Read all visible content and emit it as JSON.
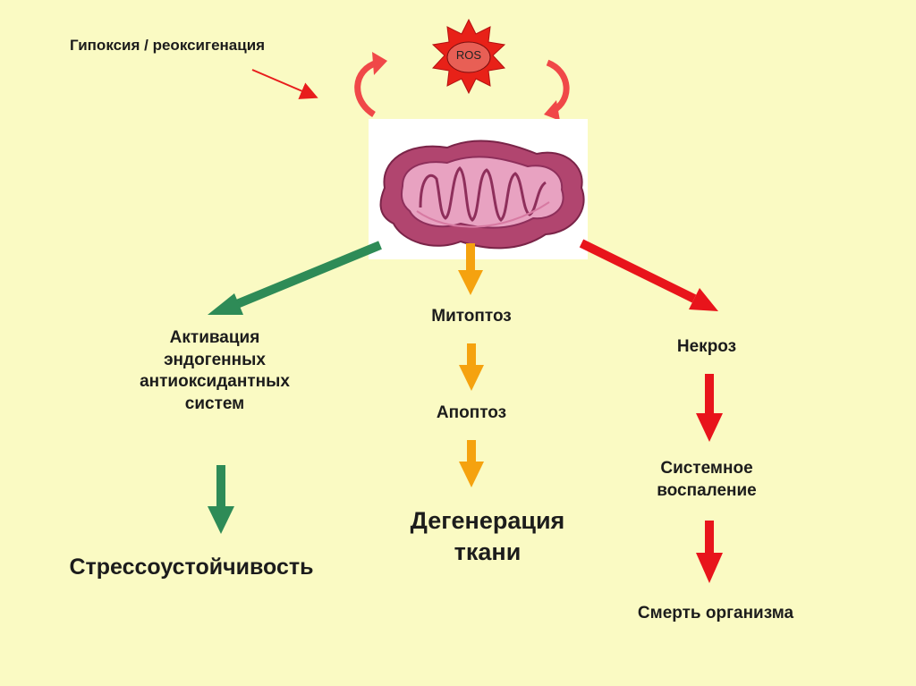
{
  "trigger": "Гипоксия / реоксигенация",
  "ros_label": "ROS",
  "branches": {
    "left": {
      "step1": [
        "Активация",
        "эндогенных",
        "антиоксидантных",
        "систем"
      ],
      "outcome": "Стрессоустойчивость",
      "color": "#2e8b57"
    },
    "middle": {
      "step1": "Митоптоз",
      "step2": "Апоптоз",
      "outcome": [
        "Дегенерация",
        "ткани"
      ],
      "color": "#f5a20f"
    },
    "right": {
      "step1": "Некроз",
      "step2": [
        "Системное",
        "воспаление"
      ],
      "outcome": "Смерть организма",
      "color": "#e8141b"
    }
  },
  "image": {
    "name": "mitochondrion"
  }
}
